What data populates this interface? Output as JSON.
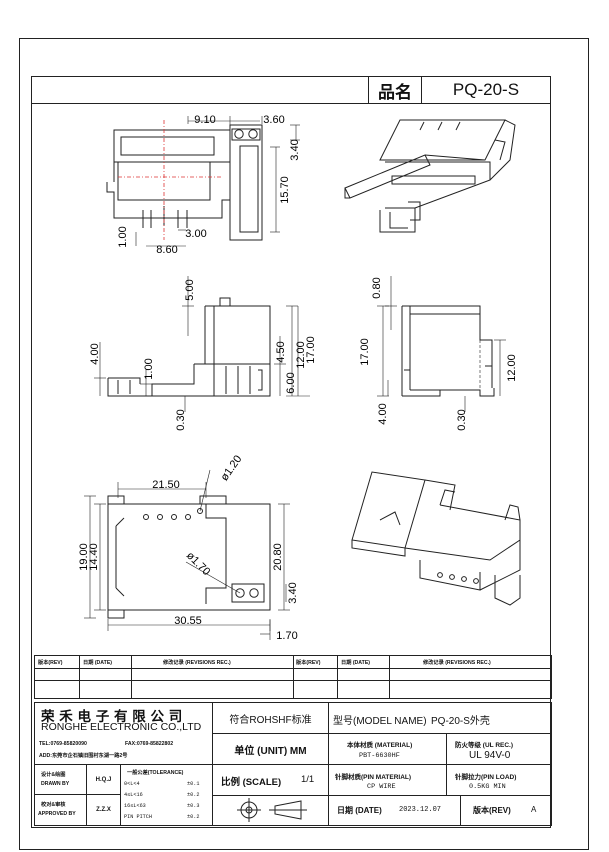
{
  "header": {
    "name_label": "品名",
    "part_no": "PQ-20-S"
  },
  "views": {
    "top": {
      "d1": "9.10",
      "d2": "3.60",
      "d3": "15.70",
      "d4": "3.40",
      "d5": "3.00",
      "d6": "1.00",
      "d7": "8.60"
    },
    "front": {
      "d1": "5.00",
      "d2": "4.00",
      "d3": "1.00",
      "d4": "4.50",
      "d5": "12.00",
      "d6": "17.00",
      "d7": "6.00",
      "d8": "0.30"
    },
    "side": {
      "d1": "0.80",
      "d2": "17.00",
      "d3": "12.00",
      "d4": "4.00",
      "d5": "0.30"
    },
    "bottom": {
      "d1": "21.50",
      "d2": "ø1.20",
      "d3": "19.00",
      "d4": "14.40",
      "d5": "20.80",
      "d6": "ø1.70",
      "d7": "3.40",
      "d8": "30.55",
      "d9": "1.70"
    }
  },
  "revisions": {
    "headers": [
      "版本(REV)",
      "日期 (DATE)",
      "修改记录 (REVISIONS REC.)",
      "版本(REV)",
      "日期 (DATE)",
      "修改记录 (REVISIONS REC.)"
    ]
  },
  "title_block": {
    "company_cn": "荣 禾 电 子 有 限 公 司",
    "company_en": "RONGHE ELECTRONIC CO.,LTD",
    "tel": "TEL:0769-85820090",
    "fax": "FAX:0769-85822802",
    "address": "ADD:东莞市企石镇旧围村东湖一路2号",
    "drawn_label_cn": "设计&绘图",
    "drawn_label_en": "DRAWN BY",
    "drawn_by": "H.Q.J",
    "approved_label_cn": "校对&审核",
    "approved_label_en": "APPROVED BY",
    "approved_by": "Z.Z.X",
    "tol_title": "一般公差(TOLERANCE)",
    "tolerances": [
      {
        "range": "0<L<4",
        "value": "±0.1"
      },
      {
        "range": "4≤L<16",
        "value": "±0.2"
      },
      {
        "range": "16≤L<63",
        "value": "±0.3"
      },
      {
        "range": "PIN PITCH",
        "value": "±0.2"
      }
    ],
    "rohs": "符合ROHSHF标准",
    "model_label": "型号(MODEL NAME)",
    "model_value": "PQ-20-S外壳",
    "unit_label": "单位 (UNIT) MM",
    "material_label": "本体材质 (MATERIAL)",
    "material_value": "PBT-6630HF",
    "ul_label": "防火等级 (UL REC.)",
    "ul_value": "UL 94V-0",
    "scale_label": "比例 (SCALE)",
    "scale_value": "1/1",
    "pin_material_label": "针脚材质(PIN MATERIAL)",
    "pin_material_value": "CP WIRE",
    "pin_load_label": "针脚拉力(PIN LOAD)",
    "pin_load_value": "0.5KG MIN",
    "date_label": "日期 (DATE)",
    "date_value": "2023.12.07",
    "rev_label": "版本(REV)",
    "rev_value": "A"
  }
}
